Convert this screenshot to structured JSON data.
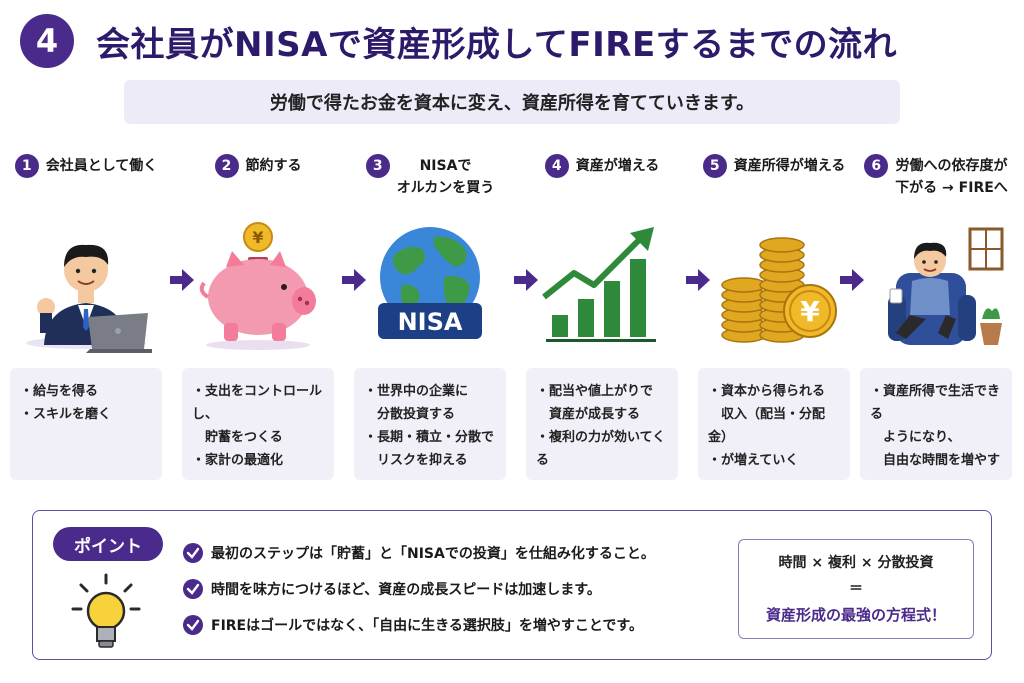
{
  "header": {
    "badge": "4",
    "title": "会社員がNISAで資産形成してFIREするまでの流れ",
    "subtitle": "労働で得たお金を資本に変え、資産所得を育てていきます。"
  },
  "steps": [
    {
      "num": "1",
      "title": "会社員として働く",
      "bullets": [
        "・給与を得る",
        "・スキルを磨く"
      ]
    },
    {
      "num": "2",
      "title": "節約する",
      "bullets": [
        "・支出をコントロールし、\n　貯蓄をつくる",
        "・家計の最適化"
      ]
    },
    {
      "num": "3",
      "title": "NISAで\nオルカンを買う",
      "bullets": [
        "・世界中の企業に\n　分散投資する",
        "・長期・積立・分散で\n　リスクを抑える"
      ]
    },
    {
      "num": "4",
      "title": "資産が増える",
      "bullets": [
        "・配当や値上がりで\n　資産が成長する",
        "・複利の力が効いてくる"
      ]
    },
    {
      "num": "5",
      "title": "資産所得が増える",
      "bullets": [
        "・資本から得られる\n　収入（配当・分配金）",
        "・が増えていく"
      ]
    },
    {
      "num": "6",
      "title": "労働への依存度が\n下がる → FIREへ",
      "bullets": [
        "・資産所得で生活できる\n　ようになり、\n　自由な時間を増やす"
      ]
    }
  ],
  "illustrations": {
    "globe_label": "NISA",
    "yen_symbol": "¥"
  },
  "point": {
    "tag": "ポイント",
    "items": [
      "最初のステップは「貯蓄」と「NISAでの投資」を仕組み化すること。",
      "時間を味方につけるほど、資産の成長スピードは加速します。",
      "FIREはゴールではなく、「自由に生きる選択肢」を増やすことです。"
    ],
    "formula": {
      "line1": "時間 × 複利 × 分散投資",
      "equals": "＝",
      "result": "資産形成の最強の方程式！"
    }
  },
  "colors": {
    "primary": "#4a2a8a",
    "card_bg": "#f1eff8",
    "subtitle_bg": "#eeebf8",
    "green": "#2e8a3a",
    "gold": "#e0a820"
  }
}
